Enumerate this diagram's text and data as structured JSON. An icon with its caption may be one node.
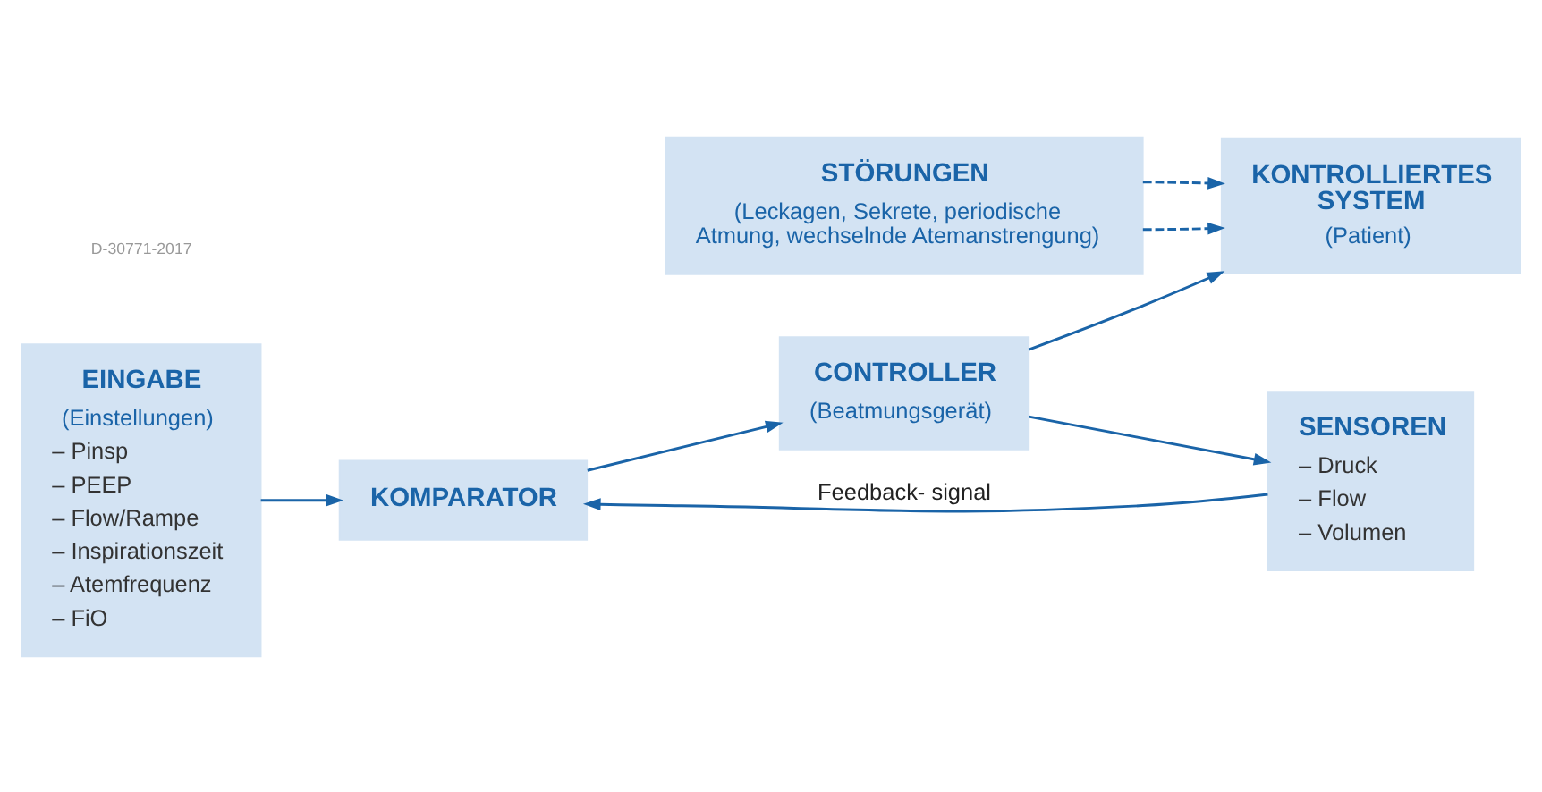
{
  "diagram": {
    "nodes": [
      {
        "text": [
          "STÖRUNGEN",
          "(Leckagen, Sekrete, periodische Atmung, wechselnde Atemanstrengung)"
        ]
      },
      {
        "text": [
          "EINGABE",
          "(Einstellungen)",
          "– Pinsp",
          "– PEEP",
          "– Flow/Rampe",
          "– Inspirationszeit",
          "– Atemfrequenz",
          "– FiO"
        ]
      },
      {
        "text": [
          "KOMPARATOR"
        ]
      },
      {
        "text": [
          "CONTROLLER",
          "(Beatmungsgerät)"
        ]
      },
      {
        "text": [
          "KONTROLLIERTES SYSTEM",
          "(Patient)"
        ]
      },
      {
        "text": [
          "SENSOREN",
          "– Druck",
          "– Flow",
          "– Volumen"
        ]
      }
    ],
    "edges": [
      {
        "from": 1,
        "to": 2,
        "arrow": "to"
      },
      {
        "from": 2,
        "to": 3,
        "arrow": "to"
      },
      {
        "from": 3,
        "to": 4,
        "arrow": "to"
      },
      {
        "from": 0,
        "to": 4,
        "arrow": "to",
        "style": "dashed"
      },
      {
        "from": 0,
        "to": 4,
        "arrow": "to",
        "style": "dashed"
      },
      {
        "from": 3,
        "to": 5,
        "arrow": "to"
      },
      {
        "from": 5,
        "to": 2,
        "arrow": "to",
        "label": "Feedback- signal"
      }
    ],
    "labels": [
      "D-30771-2017"
    ]
  }
}
